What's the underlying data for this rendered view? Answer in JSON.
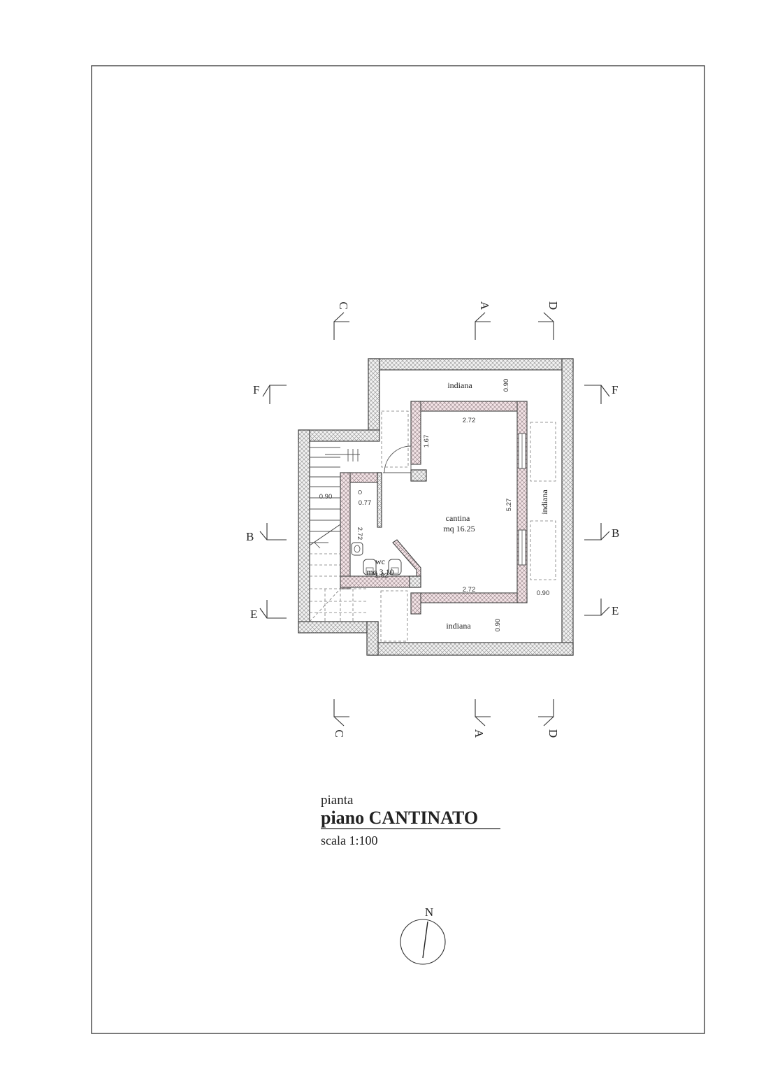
{
  "title_block": {
    "line1": "pianta",
    "line2": "piano CANTINATO",
    "line3": "scala 1:100"
  },
  "north_label": "N",
  "sections": {
    "A": "A",
    "B": "B",
    "C": "C",
    "D": "D",
    "E": "E",
    "F": "F"
  },
  "rooms": {
    "cantina_name": "cantina",
    "cantina_area": "mq 16.25",
    "wc_name": "wc",
    "wc_area": "mq 3.10",
    "indiana_top": "indiana",
    "indiana_right": "indiana",
    "indiana_bottom": "indiana"
  },
  "dimensions": {
    "d_top_090": "0.90",
    "d_cantina_top_width": "2.72",
    "d_167": "1.67",
    "d_527": "5.27",
    "d_cantina_bottom_width": "2.72",
    "d_right_090": "0.90",
    "d_bottom_090": "0.90",
    "d_stair_090": "0.90",
    "d_077": "0.77",
    "d_wc_272": "2.72",
    "d_182": "1.82"
  }
}
